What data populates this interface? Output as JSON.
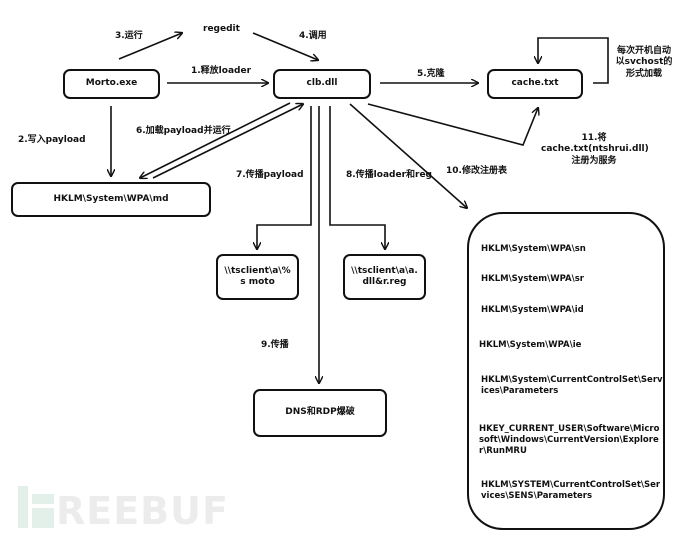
{
  "nodes": {
    "morto": "Morto.exe",
    "regedit": "regedit",
    "clb": "clb.dll",
    "cache": "cache.txt",
    "hklm_md": "HKLM\\System\\WPA\\md",
    "tsclient_moto": "\\\\tsclient\\a\\%s moto",
    "tsclient_dll": "\\\\tsclient\\a\\a.dll&r.reg",
    "dns_rdp": "DNS和RDP爆破"
  },
  "edges": {
    "e1": "1.释放loader",
    "e2": "2.写入payload",
    "e3": "3.运行",
    "e4": "4.调用",
    "e5": "5.克隆",
    "e6": "6.加载payload并运行",
    "e7": "7.传播payload",
    "e8": "8.传播loader和reg",
    "e9": "9.传播",
    "e10": "10.修改注册表",
    "e11": "11.将cache.txt(ntshrui.dll)注册为服务",
    "loop": "每次开机自动以svchost的形式加载"
  },
  "registry_keys": [
    "HKLM\\System\\WPA\\sn",
    "HKLM\\System\\WPA\\sr",
    "HKLM\\System\\WPA\\id",
    "HKLM\\System\\WPA\\ie",
    "HKLM\\System\\CurrentControlSet\\Services\\Parameters",
    "HKEY_CURRENT_USER\\Software\\Microsoft\\Windows\\CurrentVersion\\Explorer\\RunMRU",
    "HKLM\\SYSTEM\\CurrentControlSet\\Services\\SENS\\Parameters"
  ],
  "watermark": "REEBUF"
}
